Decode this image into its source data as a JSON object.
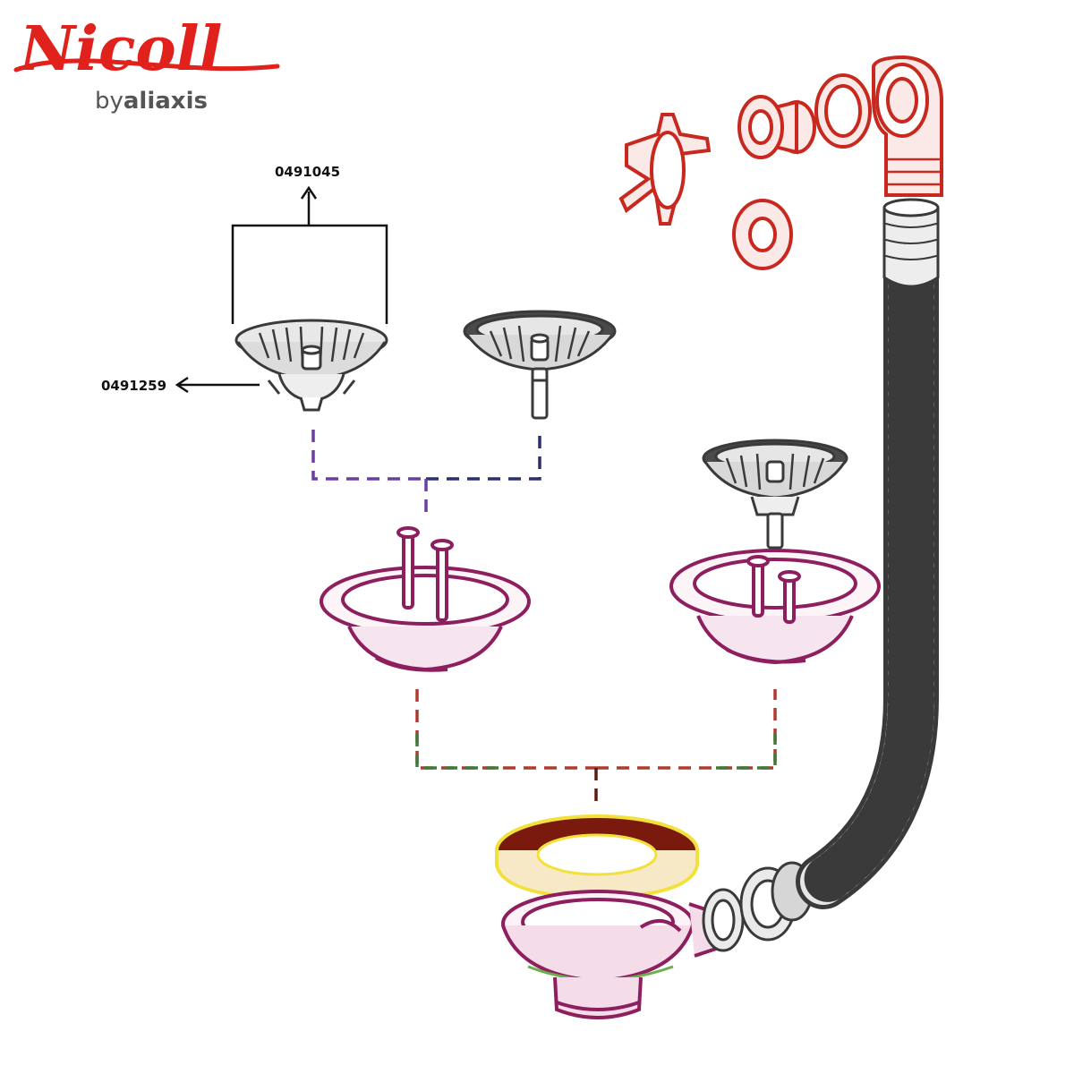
{
  "brand": {
    "logo_text": "Nicoll",
    "by_word": "by",
    "parent_word": "aliaxis",
    "logo_color": "#e1221c"
  },
  "parts": {
    "basket_assembly_code": "0491045",
    "basket_body_code": "0491259"
  },
  "colors": {
    "dark_part": "#3a3a3a",
    "red_part": "#c8281e",
    "magenta_part": "#8e1f5e",
    "ring_fill": "#7a1a0e",
    "ring_outline": "#f2e13a",
    "purple_link": "#6b3fa0",
    "navy_link": "#2b2f6e",
    "red_link": "#b03a2e",
    "green_link": "#3f7a3a",
    "green_accent": "#6ab04c"
  },
  "icons": [
    "arrow-up-icon",
    "arrow-left-icon"
  ]
}
